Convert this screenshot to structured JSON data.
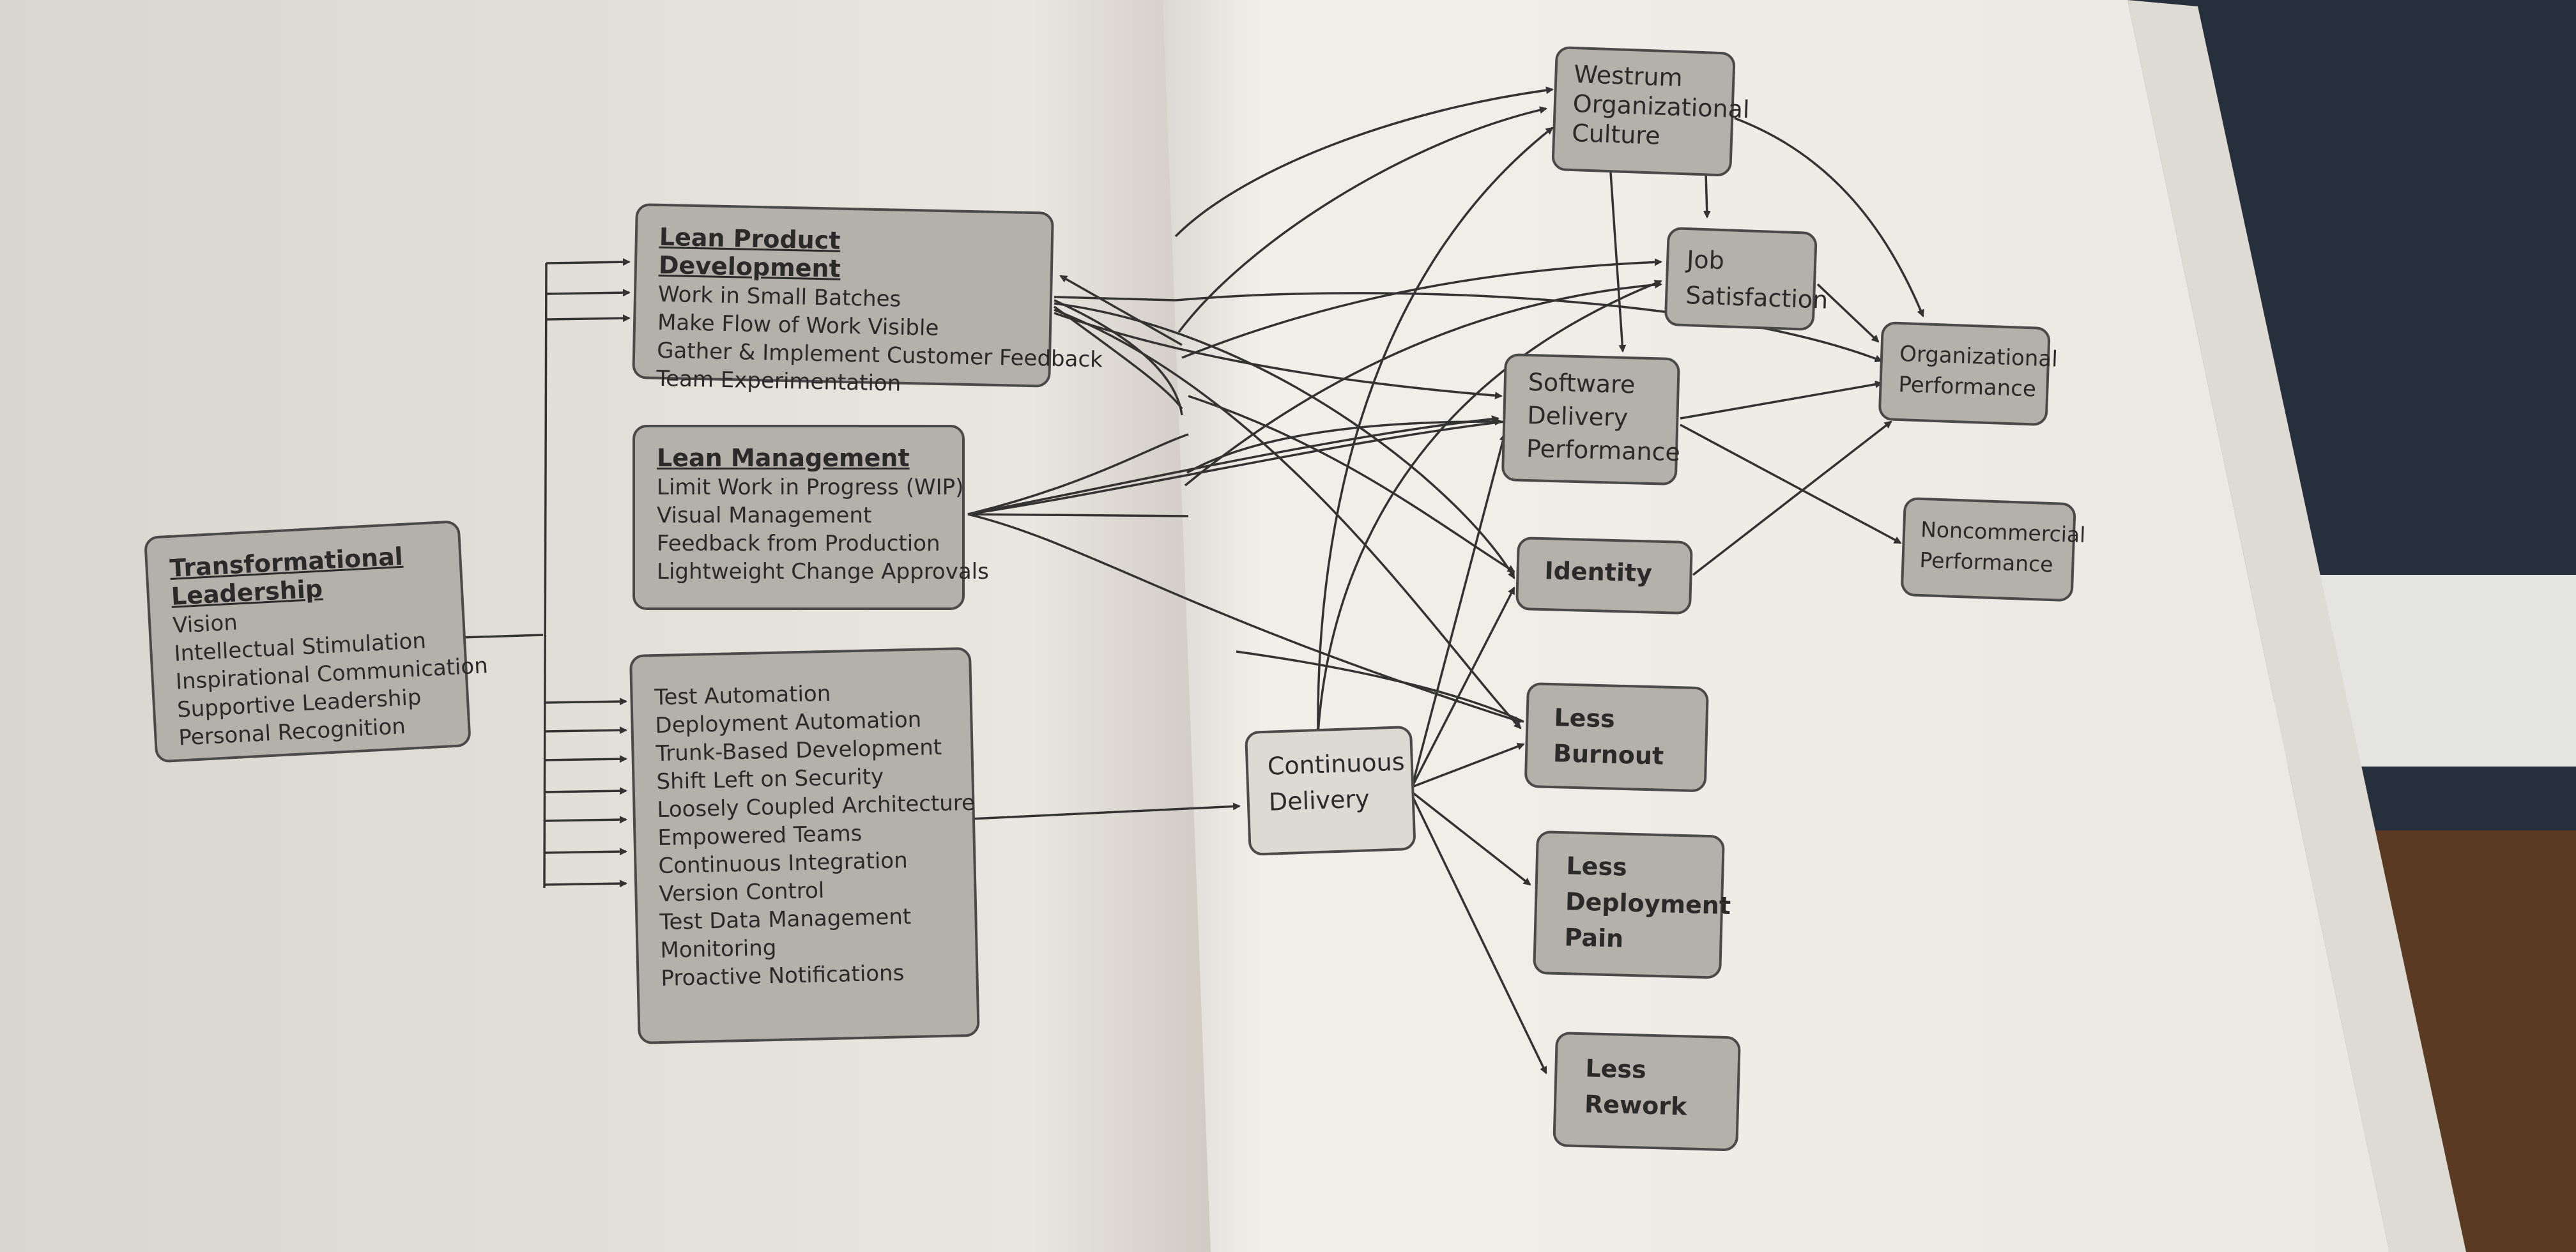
{
  "book": {
    "left_page": {
      "transformational_leadership": {
        "title": "Transformational Leadership",
        "items": [
          "Vision",
          "Intellectual Stimulation",
          "Inspirational Communication",
          "Supportive Leadership",
          "Personal Recognition"
        ]
      },
      "lean_product_development": {
        "title": "Lean Product Development",
        "items": [
          "Work in Small Batches",
          "Make Flow of Work Visible",
          "Gather & Implement Customer Feedback",
          "Team Experimentation"
        ]
      },
      "lean_management": {
        "title": "Lean Management",
        "items": [
          "Limit Work in Progress (WIP)",
          "Visual Management",
          "Feedback from Production",
          "Lightweight Change Approvals"
        ]
      },
      "technical_practices": {
        "items": [
          "Test Automation",
          "Deployment Automation",
          "Trunk-Based Development",
          "Shift Left on Security",
          "Loosely Coupled Architecture",
          "Empowered Teams",
          "Continuous Integration",
          "Version Control",
          "Test Data Management",
          "Monitoring",
          "Proactive Notifications"
        ]
      }
    },
    "right_page": {
      "continuous_delivery": [
        "Continuous",
        "Delivery"
      ],
      "westrum_culture": [
        "Westrum",
        "Organizational",
        "Culture"
      ],
      "job_satisfaction": [
        "Job",
        "Satisfaction"
      ],
      "software_delivery_performance": [
        "Software",
        "Delivery",
        "Performance"
      ],
      "identity": [
        "Identity"
      ],
      "organizational_performance": [
        "Organizational",
        "Performance"
      ],
      "noncommercial_performance": [
        "Noncommercial",
        "Performance"
      ],
      "less_burnout": [
        "Less",
        "Burnout"
      ],
      "less_deployment_pain": [
        "Less",
        "Deployment",
        "Pain"
      ],
      "less_rework": [
        "Less",
        "Rework"
      ]
    }
  },
  "colors": {
    "page_left": "#e9e6e0",
    "page_right": "#f1efea",
    "box_fill": "#b4b1ab",
    "box_fill_light": "#dddad4",
    "ink": "#2a2a2a",
    "background_dark": "#26303c",
    "table_wood": "#5a3a22"
  }
}
